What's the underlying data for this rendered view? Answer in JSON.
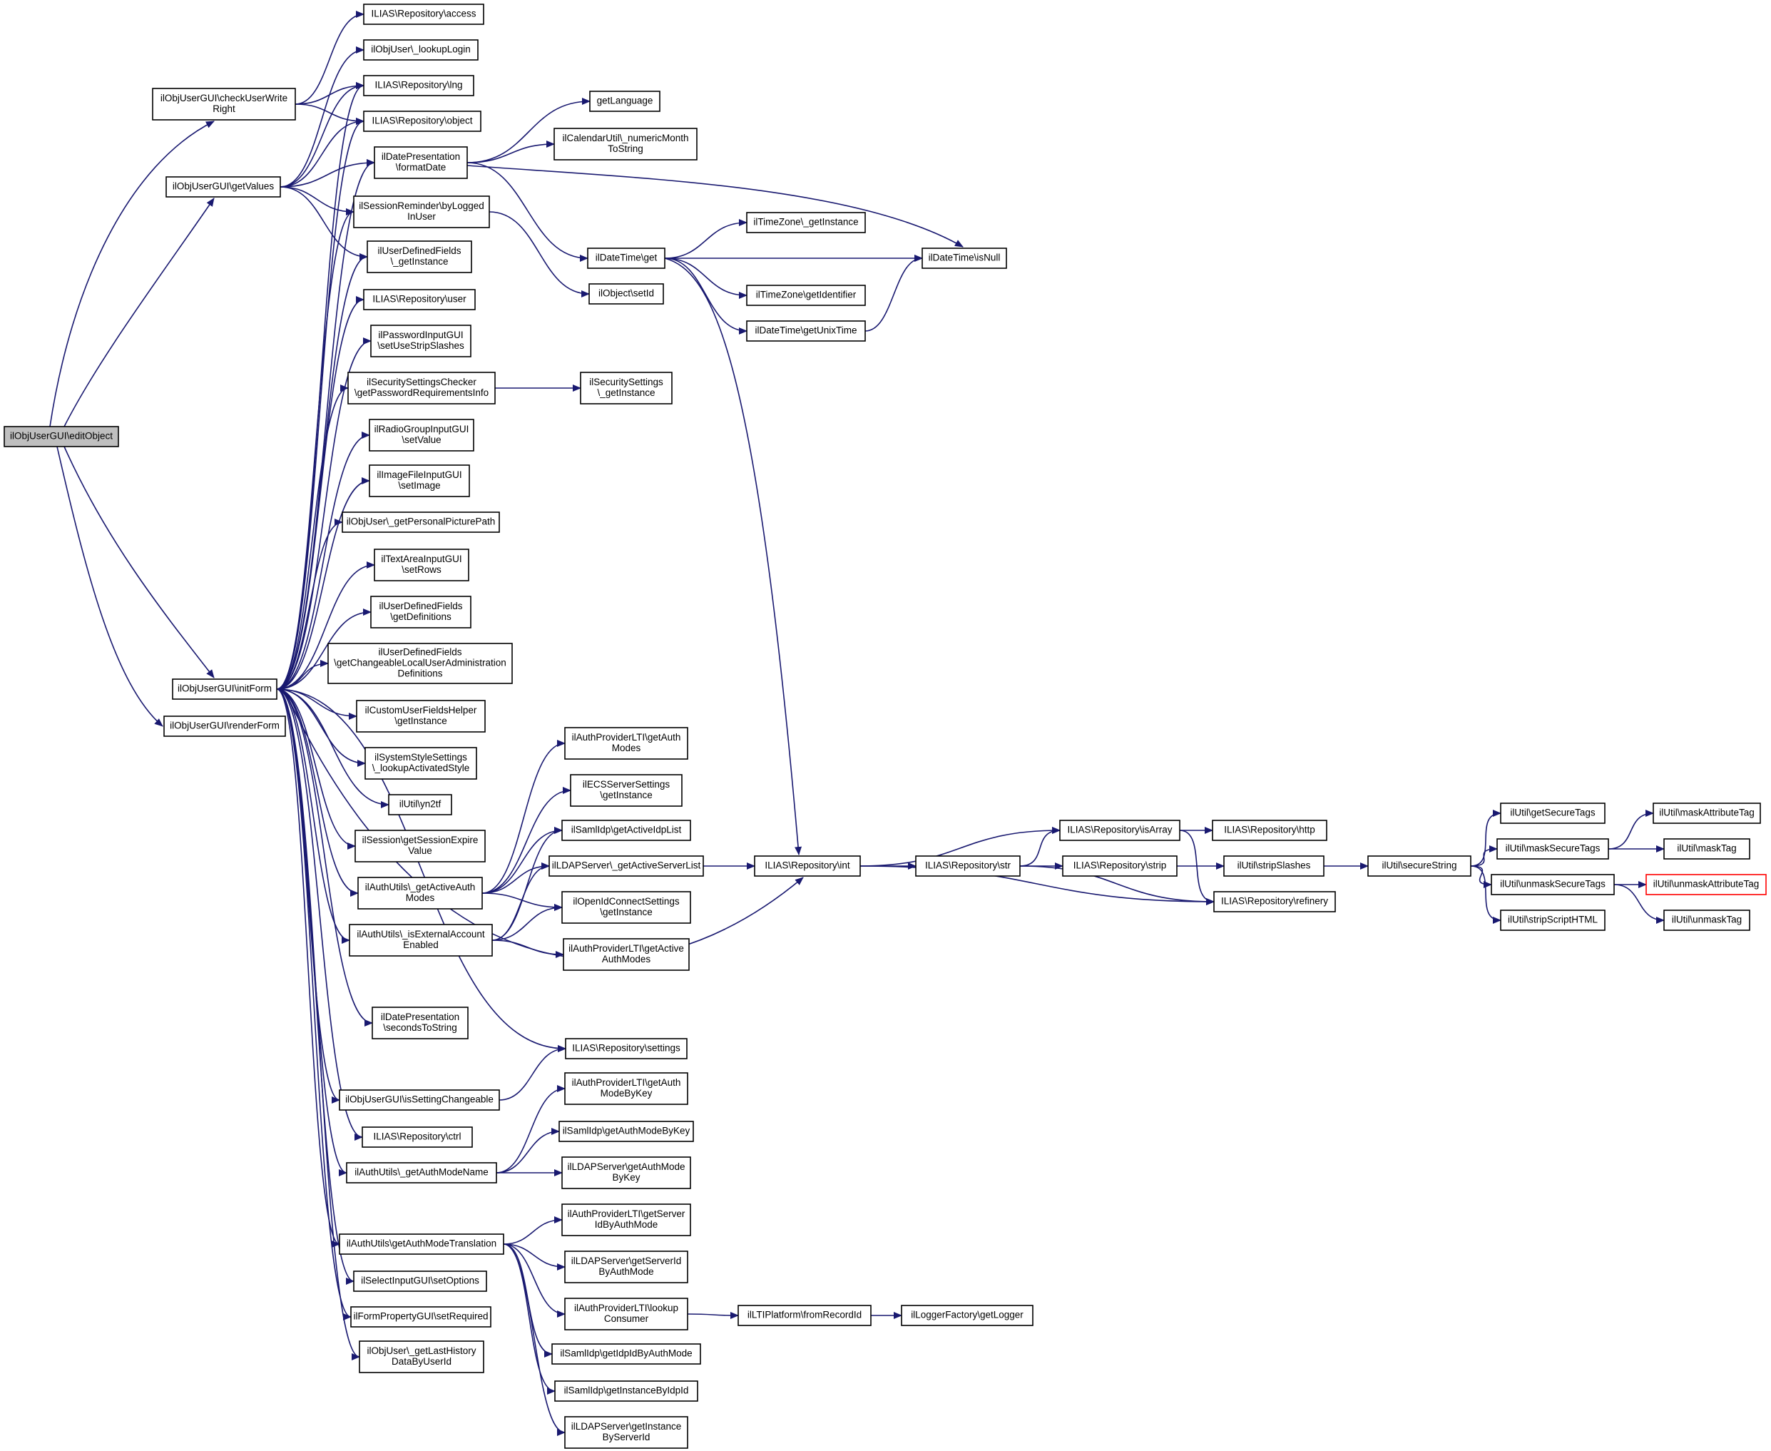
{
  "diagram": {
    "colors": {
      "edge": "#191970",
      "node_border": "#000000",
      "node_fill": "#ffffff",
      "root_fill": "#bfbfbf",
      "truncated_border": "#ff0000"
    },
    "nodes": [
      {
        "id": "editObject",
        "lines": [
          "ilObjUserGUI\\editObject"
        ],
        "root": true
      },
      {
        "id": "checkUserWriteRight",
        "lines": [
          "ilObjUserGUI\\checkUserWrite",
          "Right"
        ]
      },
      {
        "id": "getValues",
        "lines": [
          "ilObjUserGUI\\getValues"
        ]
      },
      {
        "id": "initForm",
        "lines": [
          "ilObjUserGUI\\initForm"
        ]
      },
      {
        "id": "renderForm",
        "lines": [
          "ilObjUserGUI\\renderForm"
        ]
      },
      {
        "id": "access",
        "lines": [
          "ILIAS\\Repository\\access"
        ]
      },
      {
        "id": "lookupLogin",
        "lines": [
          "ilObjUser\\_lookupLogin"
        ]
      },
      {
        "id": "lng",
        "lines": [
          "ILIAS\\Repository\\lng"
        ]
      },
      {
        "id": "object",
        "lines": [
          "ILIAS\\Repository\\object"
        ]
      },
      {
        "id": "formatDate",
        "lines": [
          "ilDatePresentation",
          "\\formatDate"
        ]
      },
      {
        "id": "byLoggedInUser",
        "lines": [
          "ilSessionReminder\\byLogged",
          "InUser"
        ]
      },
      {
        "id": "udfGetInstance",
        "lines": [
          "ilUserDefinedFields",
          "\\_getInstance"
        ]
      },
      {
        "id": "user",
        "lines": [
          "ILIAS\\Repository\\user"
        ]
      },
      {
        "id": "setUseStripSlashes",
        "lines": [
          "ilPasswordInputGUI",
          "\\setUseStripSlashes"
        ]
      },
      {
        "id": "getPwReq",
        "lines": [
          "ilSecuritySettingsChecker",
          "\\getPasswordRequirementsInfo"
        ]
      },
      {
        "id": "radioSetValue",
        "lines": [
          "ilRadioGroupInputGUI",
          "\\setValue"
        ]
      },
      {
        "id": "setImage",
        "lines": [
          "ilImageFileInputGUI",
          "\\setImage"
        ]
      },
      {
        "id": "getPersonalPicturePath",
        "lines": [
          "ilObjUser\\_getPersonalPicturePath"
        ]
      },
      {
        "id": "setRows",
        "lines": [
          "ilTextAreaInputGUI",
          "\\setRows"
        ]
      },
      {
        "id": "udfGetDefinitions",
        "lines": [
          "ilUserDefinedFields",
          "\\getDefinitions"
        ]
      },
      {
        "id": "udfChangeable",
        "lines": [
          "ilUserDefinedFields",
          "\\getChangeableLocalUserAdministration",
          "Definitions"
        ]
      },
      {
        "id": "customUserFields",
        "lines": [
          "ilCustomUserFieldsHelper",
          "\\getInstance"
        ]
      },
      {
        "id": "lookupActivatedStyle",
        "lines": [
          "ilSystemStyleSettings",
          "\\_lookupActivatedStyle"
        ]
      },
      {
        "id": "yn2tf",
        "lines": [
          "ilUtil\\yn2tf"
        ]
      },
      {
        "id": "sessionExpire",
        "lines": [
          "ilSession\\getSessionExpire",
          "Value"
        ]
      },
      {
        "id": "getActiveAuthModes",
        "lines": [
          "ilAuthUtils\\_getActiveAuth",
          "Modes"
        ]
      },
      {
        "id": "isExternalAccount",
        "lines": [
          "ilAuthUtils\\_isExternalAccount",
          "Enabled"
        ]
      },
      {
        "id": "secondsToString",
        "lines": [
          "ilDatePresentation",
          "\\secondsToString"
        ]
      },
      {
        "id": "settings",
        "lines": [
          "ILIAS\\Repository\\settings"
        ]
      },
      {
        "id": "isSettingChangeable",
        "lines": [
          "ilObjUserGUI\\isSettingChangeable"
        ]
      },
      {
        "id": "ctrl",
        "lines": [
          "ILIAS\\Repository\\ctrl"
        ]
      },
      {
        "id": "getAuthModeName",
        "lines": [
          "ilAuthUtils\\_getAuthModeName"
        ]
      },
      {
        "id": "getAuthModeTranslation",
        "lines": [
          "ilAuthUtils\\getAuthModeTranslation"
        ]
      },
      {
        "id": "setOptions",
        "lines": [
          "ilSelectInputGUI\\setOptions"
        ]
      },
      {
        "id": "setRequired",
        "lines": [
          "ilFormPropertyGUI\\setRequired"
        ]
      },
      {
        "id": "lastHistory",
        "lines": [
          "ilObjUser\\_getLastHistory",
          "DataByUserId"
        ]
      },
      {
        "id": "getLanguage",
        "lines": [
          "getLanguage"
        ]
      },
      {
        "id": "numericMonth",
        "lines": [
          "ilCalendarUtil\\_numericMonth",
          "ToString"
        ]
      },
      {
        "id": "dtGet",
        "lines": [
          "ilDateTime\\get"
        ]
      },
      {
        "id": "setId",
        "lines": [
          "ilObject\\setId"
        ]
      },
      {
        "id": "secGetInstance",
        "lines": [
          "ilSecuritySettings",
          "\\_getInstance"
        ]
      },
      {
        "id": "ltiGetAuthModes",
        "lines": [
          "ilAuthProviderLTI\\getAuth",
          "Modes"
        ]
      },
      {
        "id": "ecsGetInstance",
        "lines": [
          "ilECSServerSettings",
          "\\getInstance"
        ]
      },
      {
        "id": "samlGetActive",
        "lines": [
          "ilSamlIdp\\getActiveIdpList"
        ]
      },
      {
        "id": "ldapActive",
        "lines": [
          "ilLDAPServer\\_getActiveServerList"
        ]
      },
      {
        "id": "oidcGetInstance",
        "lines": [
          "ilOpenIdConnectSettings",
          "\\getInstance"
        ]
      },
      {
        "id": "ltiGetActive",
        "lines": [
          "ilAuthProviderLTI\\getActive",
          "AuthModes"
        ]
      },
      {
        "id": "ltiModeByKey",
        "lines": [
          "ilAuthProviderLTI\\getAuth",
          "ModeByKey"
        ]
      },
      {
        "id": "samlModeByKey",
        "lines": [
          "ilSamlIdp\\getAuthModeByKey"
        ]
      },
      {
        "id": "ldapModeByKey",
        "lines": [
          "ilLDAPServer\\getAuthMode",
          "ByKey"
        ]
      },
      {
        "id": "ltiServerId",
        "lines": [
          "ilAuthProviderLTI\\getServer",
          "IdByAuthMode"
        ]
      },
      {
        "id": "ldapServerId",
        "lines": [
          "ilLDAPServer\\getServerId",
          "ByAuthMode"
        ]
      },
      {
        "id": "lookupConsumer",
        "lines": [
          "ilAuthProviderLTI\\lookup",
          "Consumer"
        ]
      },
      {
        "id": "samlIdpId",
        "lines": [
          "ilSamlIdp\\getIdpIdByAuthMode"
        ]
      },
      {
        "id": "samlByIdpId",
        "lines": [
          "ilSamlIdp\\getInstanceByIdpId"
        ]
      },
      {
        "id": "ldapByServerId",
        "lines": [
          "ilLDAPServer\\getInstance",
          "ByServerId"
        ]
      },
      {
        "id": "tzGetInstance",
        "lines": [
          "ilTimeZone\\_getInstance"
        ]
      },
      {
        "id": "tzIdentifier",
        "lines": [
          "ilTimeZone\\getIdentifier"
        ]
      },
      {
        "id": "unixTime",
        "lines": [
          "ilDateTime\\getUnixTime"
        ]
      },
      {
        "id": "isNull",
        "lines": [
          "ilDateTime\\isNull"
        ]
      },
      {
        "id": "fromRecordId",
        "lines": [
          "ilLTIPlatform\\fromRecordId"
        ]
      },
      {
        "id": "getLogger",
        "lines": [
          "ilLoggerFactory\\getLogger"
        ]
      },
      {
        "id": "int",
        "lines": [
          "ILIAS\\Repository\\int"
        ]
      },
      {
        "id": "str",
        "lines": [
          "ILIAS\\Repository\\str"
        ]
      },
      {
        "id": "isArray",
        "lines": [
          "ILIAS\\Repository\\isArray"
        ]
      },
      {
        "id": "strip",
        "lines": [
          "ILIAS\\Repository\\strip"
        ]
      },
      {
        "id": "http",
        "lines": [
          "ILIAS\\Repository\\http"
        ]
      },
      {
        "id": "refinery",
        "lines": [
          "ILIAS\\Repository\\refinery"
        ]
      },
      {
        "id": "stripSlashes",
        "lines": [
          "ilUtil\\stripSlashes"
        ]
      },
      {
        "id": "secureString",
        "lines": [
          "ilUtil\\secureString"
        ]
      },
      {
        "id": "getSecureTags",
        "lines": [
          "ilUtil\\getSecureTags"
        ]
      },
      {
        "id": "maskSecureTags",
        "lines": [
          "ilUtil\\maskSecureTags"
        ]
      },
      {
        "id": "unmaskSecureTags",
        "lines": [
          "ilUtil\\unmaskSecureTags"
        ]
      },
      {
        "id": "stripScriptHTML",
        "lines": [
          "ilUtil\\stripScriptHTML"
        ]
      },
      {
        "id": "maskAttributeTag",
        "lines": [
          "ilUtil\\maskAttributeTag"
        ]
      },
      {
        "id": "maskTag",
        "lines": [
          "ilUtil\\maskTag"
        ]
      },
      {
        "id": "unmaskAttributeTag",
        "lines": [
          "ilUtil\\unmaskAttributeTag"
        ],
        "truncated": true
      },
      {
        "id": "unmaskTag",
        "lines": [
          "ilUtil\\unmaskTag"
        ]
      }
    ],
    "edges": [
      [
        "editObject",
        "checkUserWriteRight"
      ],
      [
        "editObject",
        "getValues"
      ],
      [
        "editObject",
        "initForm"
      ],
      [
        "editObject",
        "renderForm"
      ],
      [
        "checkUserWriteRight",
        "access"
      ],
      [
        "checkUserWriteRight",
        "lng"
      ],
      [
        "checkUserWriteRight",
        "object"
      ],
      [
        "getValues",
        "lookupLogin"
      ],
      [
        "getValues",
        "lng"
      ],
      [
        "getValues",
        "object"
      ],
      [
        "getValues",
        "formatDate"
      ],
      [
        "getValues",
        "byLoggedInUser"
      ],
      [
        "getValues",
        "udfGetInstance"
      ],
      [
        "initForm",
        "lng"
      ],
      [
        "initForm",
        "object"
      ],
      [
        "initForm",
        "formatDate"
      ],
      [
        "initForm",
        "byLoggedInUser"
      ],
      [
        "initForm",
        "udfGetInstance"
      ],
      [
        "initForm",
        "user"
      ],
      [
        "initForm",
        "setUseStripSlashes"
      ],
      [
        "initForm",
        "getPwReq"
      ],
      [
        "initForm",
        "radioSetValue"
      ],
      [
        "initForm",
        "setImage"
      ],
      [
        "initForm",
        "getPersonalPicturePath"
      ],
      [
        "initForm",
        "setRows"
      ],
      [
        "initForm",
        "udfGetDefinitions"
      ],
      [
        "initForm",
        "udfChangeable"
      ],
      [
        "initForm",
        "customUserFields"
      ],
      [
        "initForm",
        "lookupActivatedStyle"
      ],
      [
        "initForm",
        "yn2tf"
      ],
      [
        "initForm",
        "sessionExpire"
      ],
      [
        "initForm",
        "getActiveAuthModes"
      ],
      [
        "initForm",
        "isExternalAccount"
      ],
      [
        "initForm",
        "int"
      ],
      [
        "initForm",
        "secondsToString"
      ],
      [
        "initForm",
        "settings"
      ],
      [
        "initForm",
        "isSettingChangeable"
      ],
      [
        "initForm",
        "ctrl"
      ],
      [
        "initForm",
        "getAuthModeName"
      ],
      [
        "initForm",
        "getAuthModeTranslation"
      ],
      [
        "initForm",
        "setOptions"
      ],
      [
        "initForm",
        "setRequired"
      ],
      [
        "initForm",
        "lastHistory"
      ],
      [
        "formatDate",
        "getLanguage"
      ],
      [
        "formatDate",
        "numericMonth"
      ],
      [
        "formatDate",
        "dtGet"
      ],
      [
        "formatDate",
        "isNull"
      ],
      [
        "byLoggedInUser",
        "setId"
      ],
      [
        "getPwReq",
        "secGetInstance"
      ],
      [
        "getActiveAuthModes",
        "ltiGetAuthModes"
      ],
      [
        "getActiveAuthModes",
        "ecsGetInstance"
      ],
      [
        "getActiveAuthModes",
        "samlGetActive"
      ],
      [
        "getActiveAuthModes",
        "ldapActive"
      ],
      [
        "getActiveAuthModes",
        "oidcGetInstance"
      ],
      [
        "isExternalAccount",
        "samlGetActive"
      ],
      [
        "isExternalAccount",
        "ldapActive"
      ],
      [
        "isExternalAccount",
        "oidcGetInstance"
      ],
      [
        "isExternalAccount",
        "ltiGetActive"
      ],
      [
        "isSettingChangeable",
        "settings"
      ],
      [
        "getAuthModeName",
        "ltiModeByKey"
      ],
      [
        "getAuthModeName",
        "samlModeByKey"
      ],
      [
        "getAuthModeName",
        "ldapModeByKey"
      ],
      [
        "getAuthModeTranslation",
        "ltiServerId"
      ],
      [
        "getAuthModeTranslation",
        "ldapServerId"
      ],
      [
        "getAuthModeTranslation",
        "lookupConsumer"
      ],
      [
        "getAuthModeTranslation",
        "samlIdpId"
      ],
      [
        "getAuthModeTranslation",
        "samlByIdpId"
      ],
      [
        "getAuthModeTranslation",
        "ldapByServerId"
      ],
      [
        "dtGet",
        "tzGetInstance"
      ],
      [
        "dtGet",
        "isNull"
      ],
      [
        "dtGet",
        "tzIdentifier"
      ],
      [
        "dtGet",
        "unixTime"
      ],
      [
        "dtGet",
        "int"
      ],
      [
        "unixTime",
        "isNull"
      ],
      [
        "ldapActive",
        "int"
      ],
      [
        "lookupConsumer",
        "fromRecordId"
      ],
      [
        "fromRecordId",
        "getLogger"
      ],
      [
        "int",
        "str"
      ],
      [
        "int",
        "isArray"
      ],
      [
        "int",
        "refinery"
      ],
      [
        "str",
        "isArray"
      ],
      [
        "str",
        "strip"
      ],
      [
        "str",
        "refinery"
      ],
      [
        "isArray",
        "http"
      ],
      [
        "isArray",
        "refinery"
      ],
      [
        "strip",
        "stripSlashes"
      ],
      [
        "stripSlashes",
        "secureString"
      ],
      [
        "secureString",
        "getSecureTags"
      ],
      [
        "secureString",
        "maskSecureTags"
      ],
      [
        "secureString",
        "unmaskSecureTags"
      ],
      [
        "secureString",
        "stripScriptHTML"
      ],
      [
        "maskSecureTags",
        "maskAttributeTag"
      ],
      [
        "maskSecureTags",
        "maskTag"
      ],
      [
        "unmaskSecureTags",
        "unmaskAttributeTag"
      ],
      [
        "unmaskSecureTags",
        "unmaskTag"
      ]
    ]
  }
}
